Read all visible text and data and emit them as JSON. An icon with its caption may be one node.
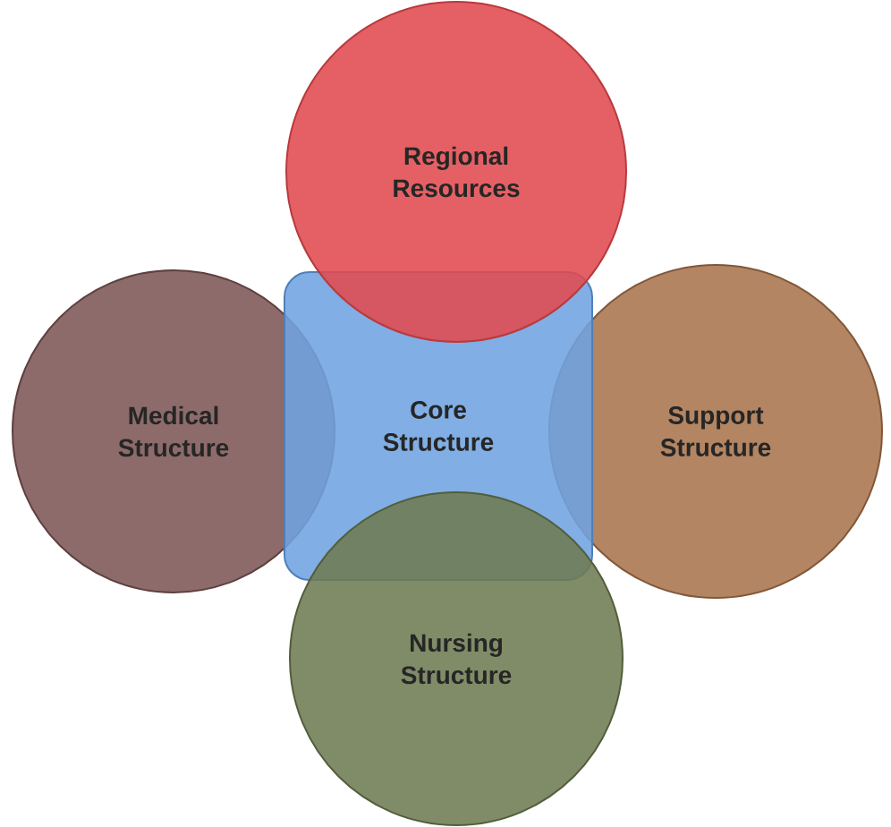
{
  "diagram": {
    "nodes": [
      {
        "text": [
          "Regional Resources"
        ]
      },
      {
        "text": [
          "Medical Structure"
        ]
      },
      {
        "text": [
          "Core Structure"
        ]
      },
      {
        "text": [
          "Support Structure"
        ]
      },
      {
        "text": [
          "Nursing Structure"
        ]
      }
    ]
  }
}
